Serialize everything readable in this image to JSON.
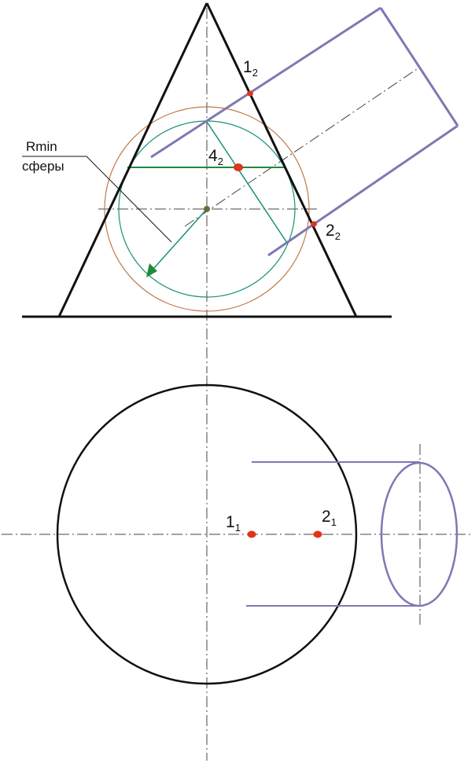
{
  "colors": {
    "outline": "#111111",
    "cylinder": "#8077b3",
    "construction": "#1a8f7a",
    "sphere_large": "#c07a4a",
    "horizontal_section": "#1f8a3a",
    "point": "#e0341c",
    "center_point": "#6b6b3a",
    "axis": "#444444"
  },
  "annotation": {
    "line1": "Rmin",
    "line2": "сферы"
  },
  "points": {
    "p1_front": {
      "main": "1",
      "sub": "2"
    },
    "p2_front": {
      "main": "2",
      "sub": "2"
    },
    "p4_front": {
      "main": "4",
      "sub": "2"
    },
    "p1_top": {
      "main": "1",
      "sub": "1"
    },
    "p2_top": {
      "main": "2",
      "sub": "1"
    }
  }
}
